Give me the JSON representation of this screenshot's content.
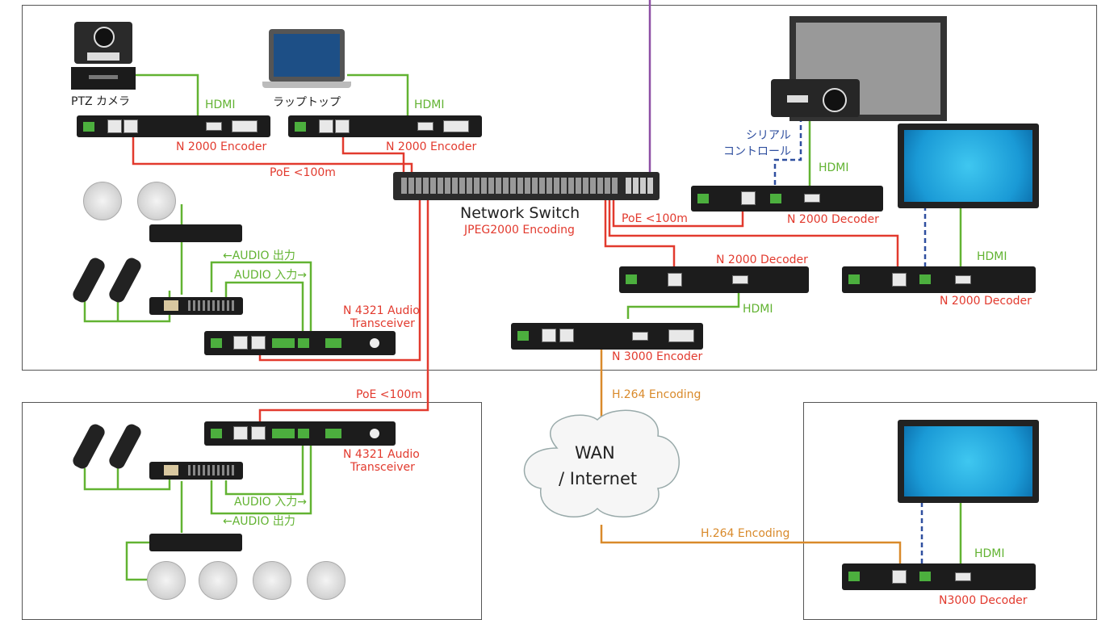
{
  "labels": {
    "ptz_camera": "PTZ カメラ",
    "laptop": "ラップトップ",
    "hdmi_cam": "HDMI",
    "hdmi_laptop": "HDMI",
    "encoder_cam": "N 2000 Encoder",
    "encoder_laptop": "N 2000 Encoder",
    "poe_top": "PoE <100m",
    "network_switch": "Network Switch",
    "jpeg2000": "JPEG2000 Encoding",
    "poe_switch": "PoE <100m",
    "serial_control_line1": "シリアル",
    "serial_control_line2": "コントロール",
    "hdmi_projector": "HDMI",
    "decoder_projector": "N 2000 Decoder",
    "decoder_mid": "N 2000 Decoder",
    "hdmi_display": "HDMI",
    "decoder_display": "N 2000 Decoder",
    "hdmi_n3000": "HDMI",
    "encoder_n3000": "N 3000 Encoder",
    "audio_out_top": "←AUDIO 出力",
    "audio_in_top": "AUDIO 入力→",
    "audio_tx_top_1": "N 4321 Audio",
    "audio_tx_top_2": "Transceiver",
    "poe_bottom": "PoE <100m",
    "audio_tx_bottom_1": "N 4321 Audio",
    "audio_tx_bottom_2": "Transceiver",
    "audio_in_bottom": "AUDIO 入力→",
    "audio_out_bottom": "←AUDIO 出力",
    "h264_top": "H.264 Encoding",
    "wan_line1": "WAN",
    "wan_line2": "/ Internet",
    "h264_bottom": "H.264 Encoding",
    "hdmi_remote": "HDMI",
    "decoder_remote": "N3000 Decoder"
  },
  "colors": {
    "poe": "#e23a2e",
    "hdmi": "#62b332",
    "serial": "#2f4f9f",
    "wan": "#d98a2b",
    "uplink": "#8e4fa5"
  }
}
